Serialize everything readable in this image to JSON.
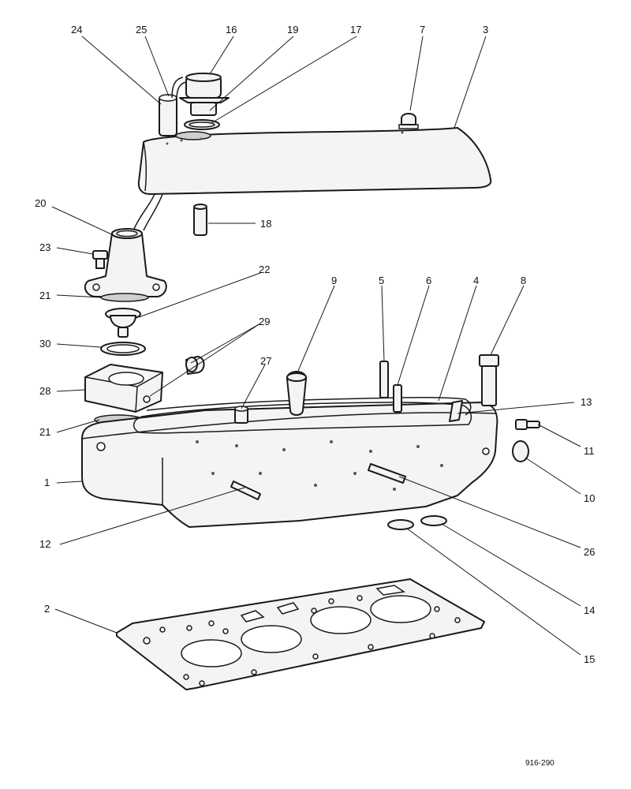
{
  "drawing_ref": "916-290",
  "callouts": {
    "c1": "1",
    "c2": "2",
    "c3": "3",
    "c4": "4",
    "c5": "5",
    "c6": "6",
    "c7": "7",
    "c8": "8",
    "c9": "9",
    "c10": "10",
    "c11": "11",
    "c12": "12",
    "c13": "13",
    "c14": "14",
    "c15": "15",
    "c16": "16",
    "c17": "17",
    "c18": "18",
    "c19": "19",
    "c20": "20",
    "c21a": "21",
    "c21b": "21",
    "c22": "22",
    "c23": "23",
    "c24": "24",
    "c25": "25",
    "c26": "26",
    "c27": "27",
    "c28": "28",
    "c29": "29",
    "c30": "30"
  }
}
